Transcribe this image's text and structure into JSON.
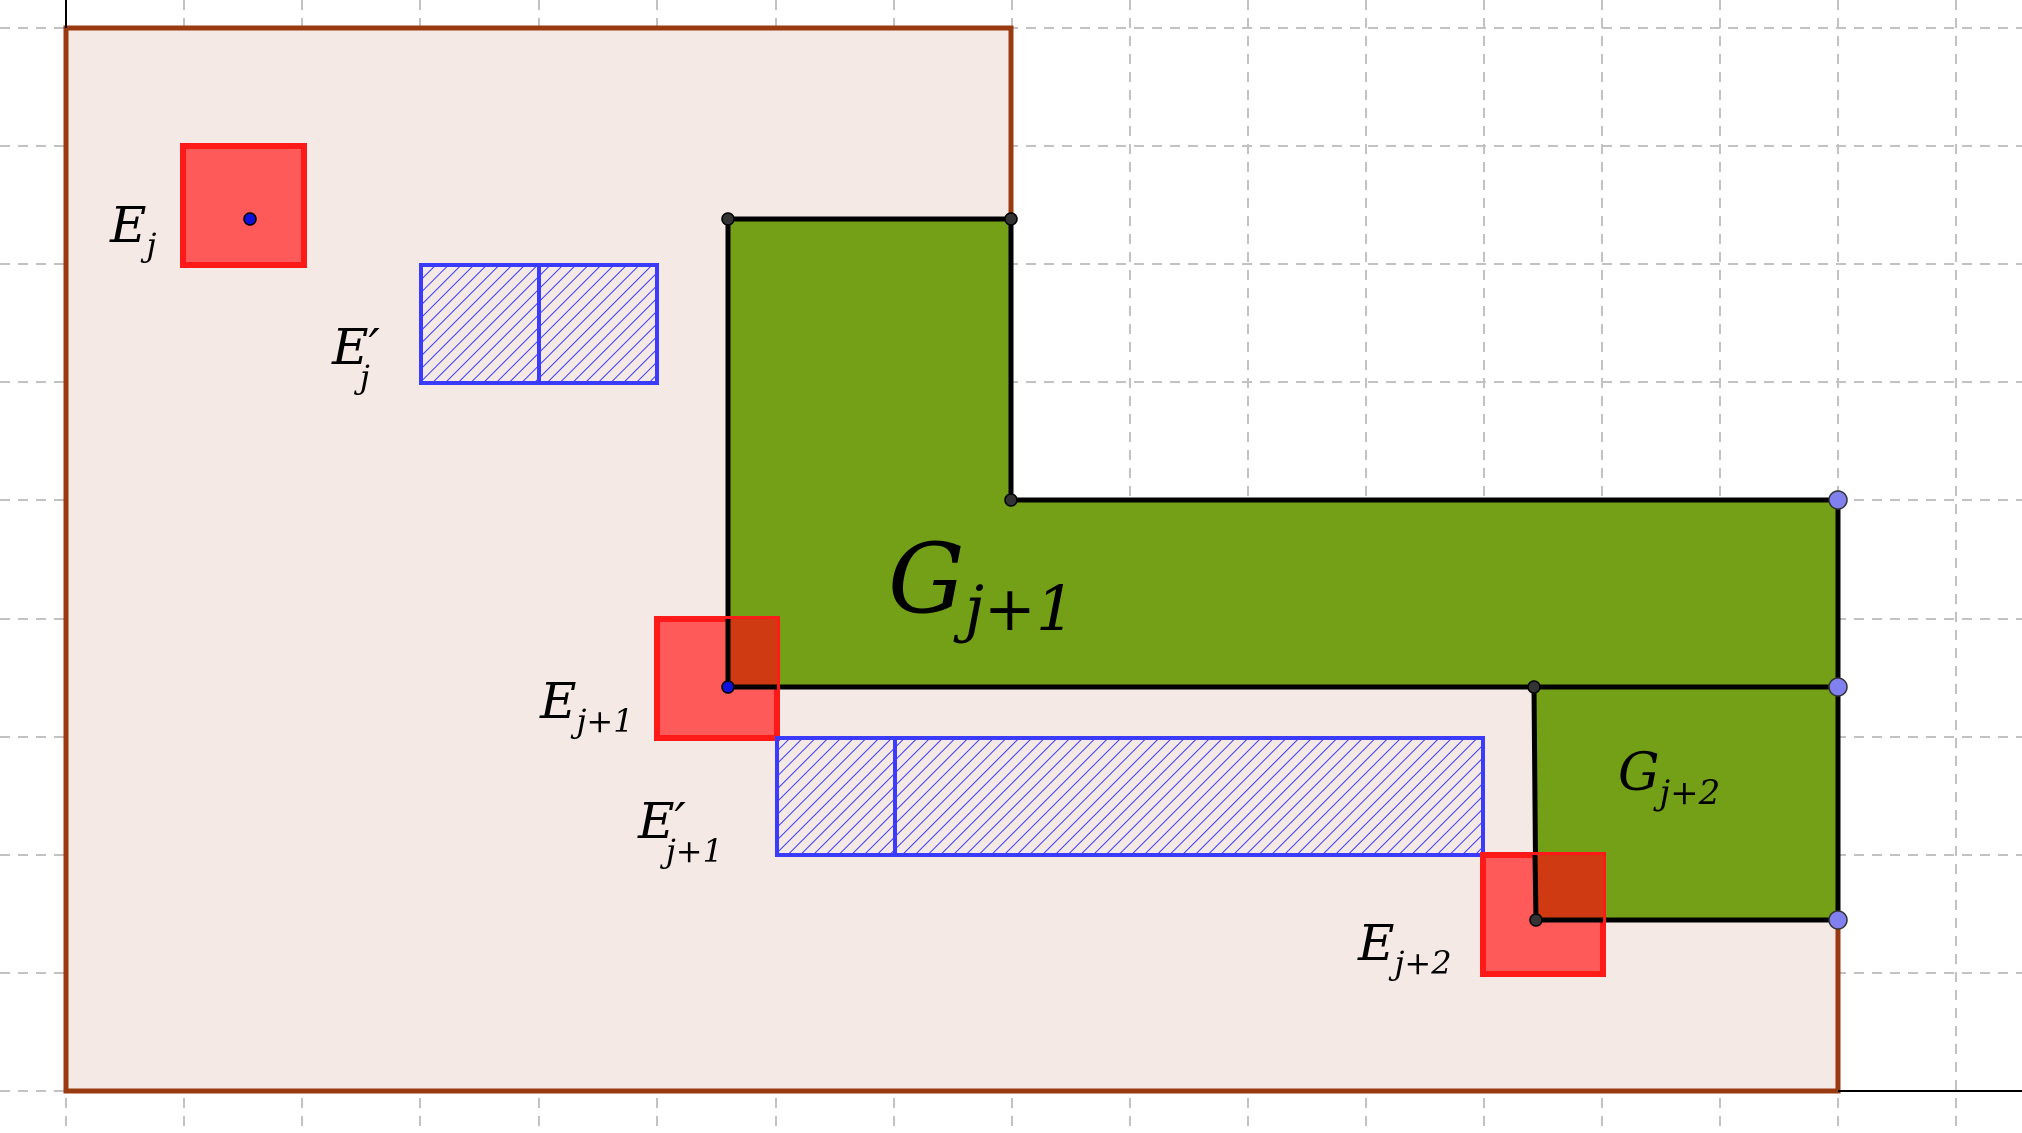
{
  "colors": {
    "region_fill": "#f5e9e5",
    "region_stroke": "#9a3a10",
    "green_fill": "#73a017",
    "green_stroke": "#000000",
    "red_fill": "#ff5a5a",
    "red_overlap_fill": "#cf3a12",
    "red_stroke": "#ff1a1a",
    "blue_stroke": "#3b3bff",
    "grid": "#c2c2c2",
    "vertex_dark": "#333333",
    "vertex_blue": "#8080ee",
    "point_blue": "#1010dd"
  },
  "labels": {
    "Ej": {
      "main": "E",
      "sub": "j"
    },
    "Ejp": {
      "main": "E′",
      "sub": "j"
    },
    "Ej1": {
      "main": "E",
      "sub": "j+1"
    },
    "Ej1p": {
      "main": "E′",
      "sub": "j+1"
    },
    "Ej2": {
      "main": "E",
      "sub": "j+2"
    },
    "Gj1": {
      "main": "G",
      "sub": "j+1"
    },
    "Gj2": {
      "main": "G",
      "sub": "j+2"
    }
  }
}
